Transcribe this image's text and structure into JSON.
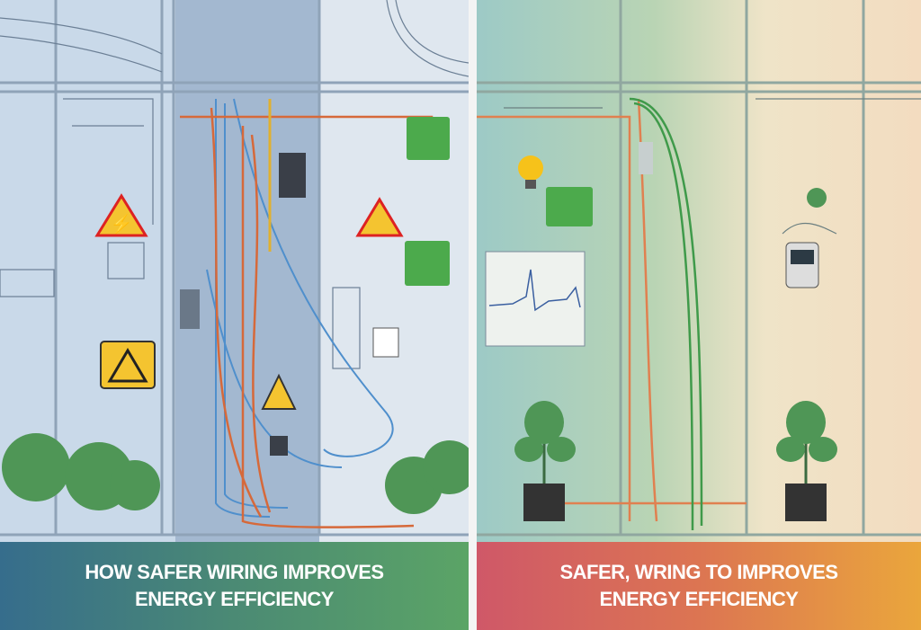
{
  "left_panel": {
    "title_line1": "HOW SAFER WIRING IMPROVES",
    "title_line2": "ENERGY EFFICIENCY",
    "banner_colors": [
      "#366d8c",
      "#5ba466"
    ]
  },
  "right_panel": {
    "title_line1": "SAFER, WRING TO IMPROVES",
    "title_line2": "ENERGY EFFICIENCY",
    "banner_colors": [
      "#cf5868",
      "#eaa63c"
    ]
  }
}
